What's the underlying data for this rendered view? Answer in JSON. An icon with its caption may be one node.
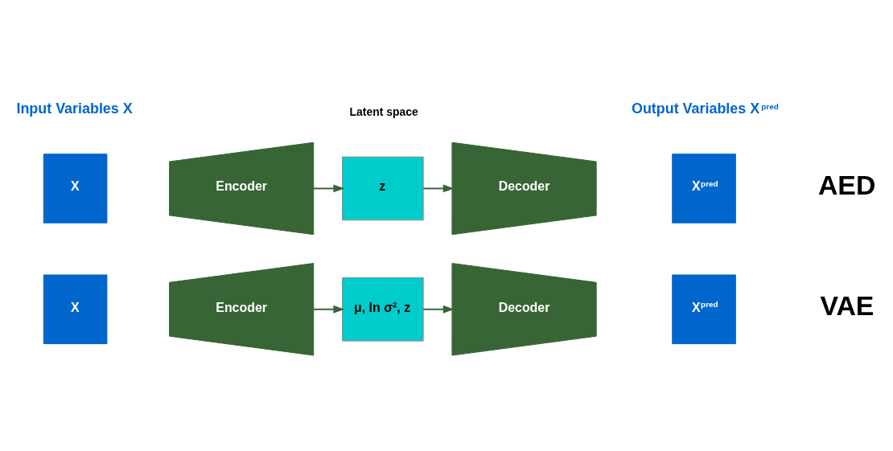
{
  "diagram": {
    "nodes": [
      {
        "text": [
          "X"
        ]
      },
      {
        "text": [
          "Encoder"
        ]
      },
      {
        "text": [
          "μ, ln σ², z"
        ]
      },
      {
        "text": [
          "Decoder"
        ]
      },
      {
        "text": [
          "X$^{pred}$"
        ]
      },
      {
        "text": [
          "X"
        ]
      },
      {
        "text": [
          "Encoder"
        ]
      },
      {
        "text": [
          "z"
        ]
      },
      {
        "text": [
          "Decoder"
        ]
      },
      {
        "text": [
          "X$^{pred}$"
        ]
      }
    ],
    "edges": [
      {
        "from": 1,
        "to": 2,
        "arrow": "to"
      },
      {
        "from": 2,
        "to": 3,
        "arrow": "to"
      },
      {
        "from": 6,
        "to": 7,
        "arrow": "to"
      },
      {
        "from": 7,
        "to": 8,
        "arrow": "to"
      }
    ],
    "labels": [
      "Input Variables X",
      "Latent space",
      "Output Variables X$^{pred}$",
      "VAE",
      "AED"
    ]
  }
}
